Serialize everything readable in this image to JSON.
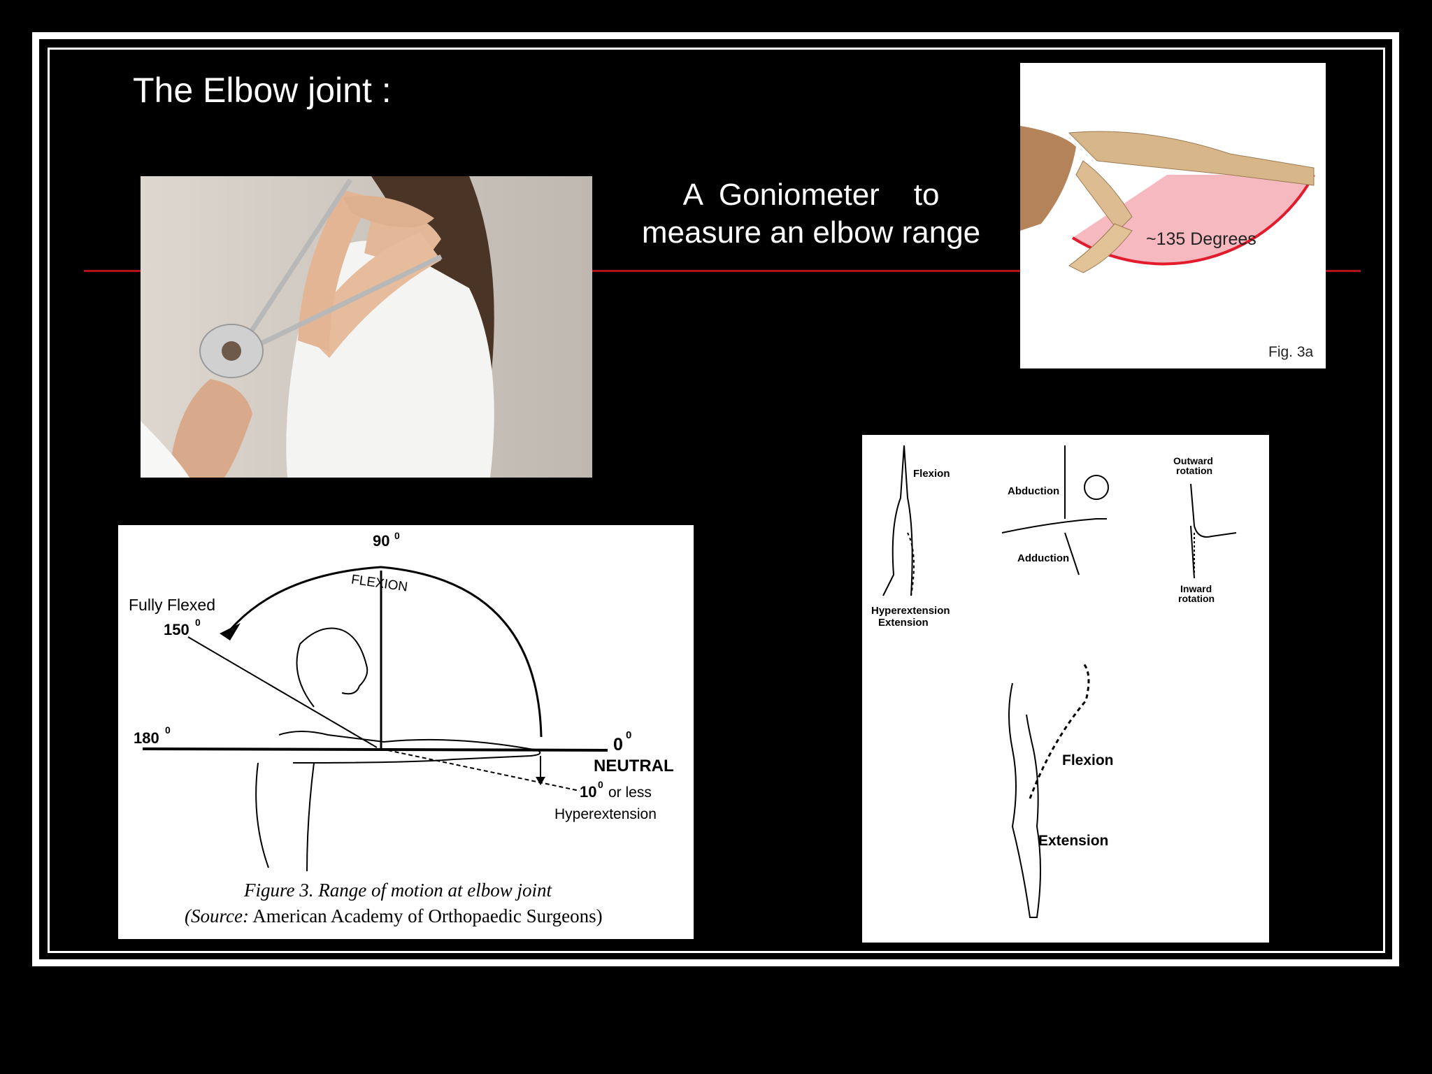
{
  "slide": {
    "title": "The Elbow joint :",
    "caption_line1": "A  Goniometer    to",
    "caption_line2": "measure an elbow range"
  },
  "fig3a": {
    "degrees_label": "~135 Degrees",
    "fig_label": "Fig. 3a"
  },
  "fig3": {
    "angle_90": "90",
    "angle_150": "150",
    "angle_180": "180",
    "angle_0": "0",
    "angle_10": "10",
    "degree_mark": "0",
    "flexion_label": "FLEXION",
    "fully_flexed_label": "Fully Flexed",
    "neutral_label": "NEUTRAL",
    "or_less_label": "or less",
    "hyperextension_label": "Hyperextension",
    "caption_line1": "Figure 3.  Range of motion at elbow joint",
    "caption_source_italic": "(Source:",
    "caption_source_rest": " American Academy of Orthopaedic Surgeons)"
  },
  "fig_right": {
    "flexion_top": "Flexion",
    "hyperextension": "Hyperextension",
    "extension_top": "Extension",
    "abduction": "Abduction",
    "adduction": "Adduction",
    "outward": "Outward",
    "rotation_1": "rotation",
    "inward": "Inward",
    "rotation_2": "rotation",
    "flexion_bottom": "Flexion",
    "extension_bottom": "Extension"
  }
}
